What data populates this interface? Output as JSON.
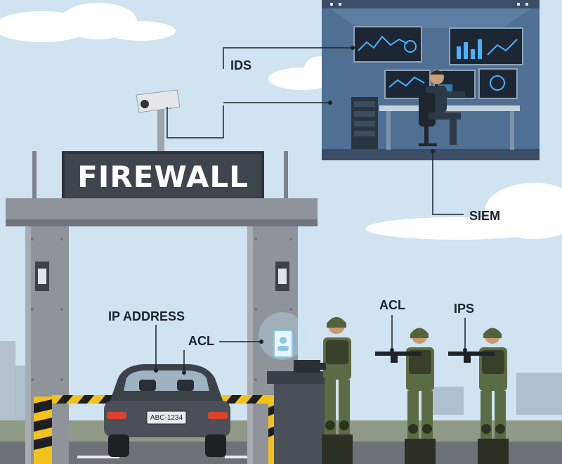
{
  "sign": {
    "text": "FIREWALL"
  },
  "labels": {
    "ids": "IDS",
    "siem": "SIEM",
    "ip_address": "IP ADDRESS",
    "acl_car": "ACL",
    "acl_soldier": "ACL",
    "ips": "IPS"
  },
  "car": {
    "plate": "ABC-1234"
  },
  "colors": {
    "sky": "#cfe3f1",
    "gate_concrete": "#8e949a",
    "sign_board": "#34393f",
    "control_room": "#4f6f93",
    "uniform": "#5b6b43",
    "barrier_yellow": "#f2c21b"
  }
}
